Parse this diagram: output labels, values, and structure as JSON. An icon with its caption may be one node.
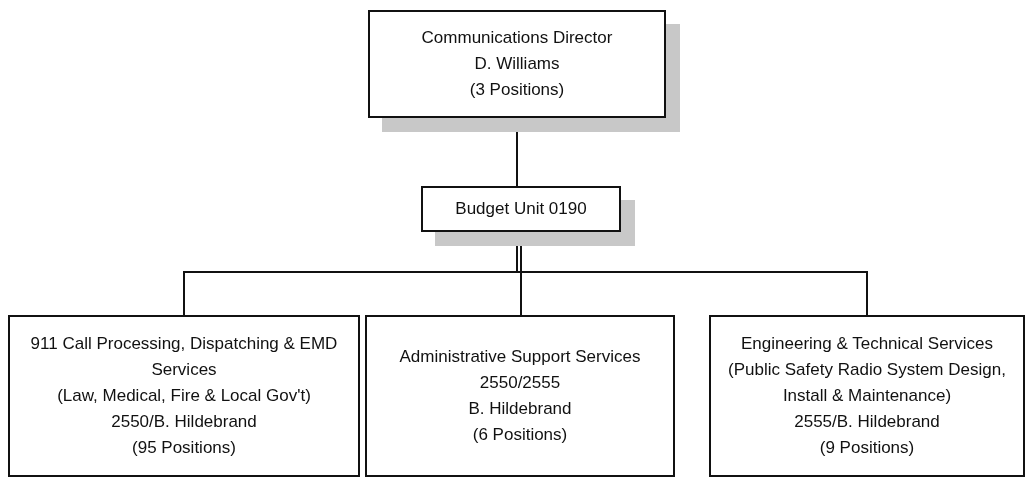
{
  "diagram": {
    "nodes": [
      {
        "text": [
          "Communications Director",
          "D. Williams",
          "(3 Positions)"
        ]
      },
      {
        "text": [
          "Budget Unit 0190"
        ]
      },
      {
        "text": [
          "911 Call Processing, Dispatching & EMD Services",
          "(Law, Medical, Fire & Local Gov't)",
          "2550/B. Hildebrand",
          "(95 Positions)"
        ]
      },
      {
        "text": [
          "Administrative Support Services",
          "2550/2555",
          "B. Hildebrand",
          "(6 Positions)"
        ]
      },
      {
        "text": [
          "Engineering & Technical Services",
          "(Public Safety Radio System Design, Install & Maintenance)",
          "2555/B. Hildebrand",
          "(9 Positions)"
        ]
      }
    ],
    "edges": [
      {
        "from": 0,
        "to": 1,
        "arrow": "none"
      },
      {
        "from": 1,
        "to": 2,
        "arrow": "none"
      },
      {
        "from": 1,
        "to": 3,
        "arrow": "none"
      },
      {
        "from": 1,
        "to": 4,
        "arrow": "none"
      }
    ]
  }
}
